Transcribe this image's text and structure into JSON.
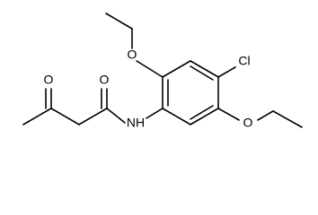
{
  "molecule": {
    "atom_labels": {
      "o_ether_top": "O",
      "o_ether_bottom": "O",
      "cl": "Cl",
      "o_ketone": "O",
      "o_amide": "O",
      "nh": "NH"
    },
    "bond_color": "#000000",
    "background": "#ffffff"
  }
}
